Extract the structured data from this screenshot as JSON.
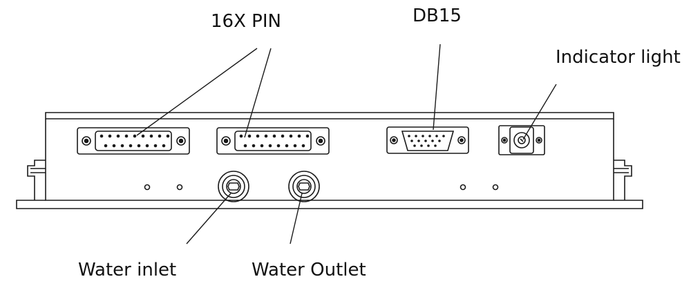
{
  "labels": {
    "pin_connectors": "16X PIN",
    "db15": "DB15",
    "indicator": "Indicator light",
    "water_inlet": "Water inlet",
    "water_outlet": "Water Outlet"
  },
  "colors": {
    "stroke": "#1a1a1a",
    "fill": "#ffffff",
    "text": "#111111"
  },
  "icons": [
    "pin-connector-icon",
    "db15-connector-icon",
    "indicator-light-icon",
    "water-fitting-icon",
    "mounting-hole-icon"
  ]
}
